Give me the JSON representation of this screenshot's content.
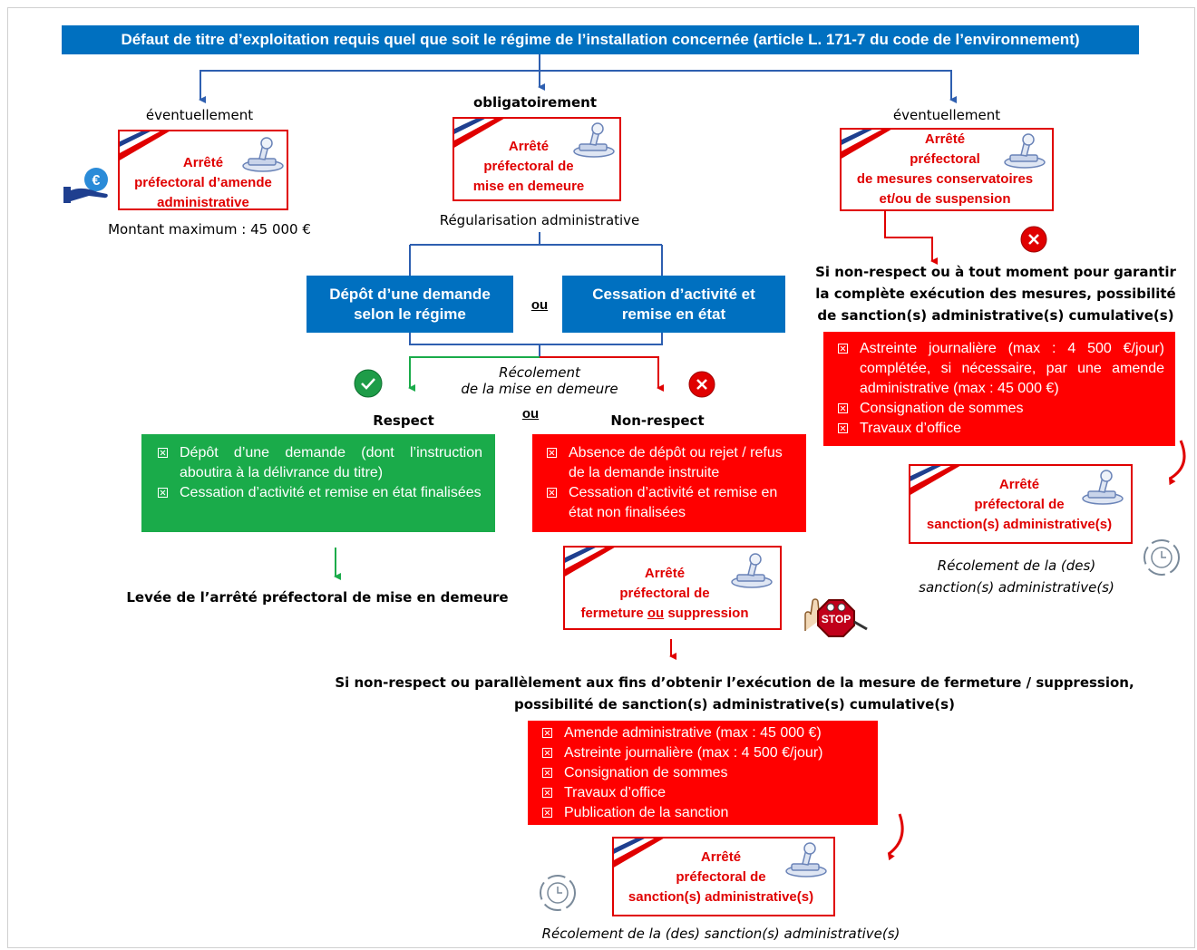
{
  "banner": "Défaut de titre d’exploitation requis quel que soit le régime de l’installation concernée (article L. 171-7 du code de l’environnement)",
  "left": {
    "label": "éventuellement",
    "card": [
      "Arrêté",
      "préfectoral d’amende",
      "administrative"
    ],
    "amount": "Montant maximum : 45 000 €",
    "icon": "euro-hand-icon"
  },
  "center": {
    "label": "obligatoirement",
    "card": [
      "Arrêté",
      "préfectoral de",
      "mise en demeure"
    ],
    "regularisation": "Régularisation administrative",
    "option1": [
      "Dépôt d’une demande",
      "selon le régime"
    ],
    "or": "ou",
    "option2": [
      "Cessation d’activité et",
      "remise en état"
    ],
    "recolement": [
      "Récolement",
      "de la mise en demeure"
    ],
    "respect_label": "Respect",
    "nonrespect_label": "Non-respect",
    "respect_items": [
      "Dépôt d’une demande (dont l’instruction aboutira à la délivrance du titre)",
      "Cessation d’activité et remise en état finalisées"
    ],
    "nonrespect_items": [
      "Absence de dépôt ou rejet / refus de la demande instruite",
      "Cessation d’activité et remise en état non finalisées"
    ],
    "levee": "Levée de l’arrêté préfectoral de mise en demeure",
    "closure_card": [
      "Arrêté",
      "préfectoral de"
    ],
    "closure_line_a": "fermeture ",
    "closure_line_ou": "ou",
    "closure_line_b": " suppression",
    "stop_label": "STOP",
    "sanction_heading": [
      "Si non-respect ou parallèlement aux fins d’obtenir l’exécution de la mesure de fermeture / suppression,",
      "possibilité de sanction(s) administrative(s) cumulative(s)"
    ],
    "sanction_items": [
      "Amende administrative (max : 45 000 €)",
      "Astreinte journalière (max : 4 500 €/jour)",
      "Consignation de sommes",
      "Travaux d’office",
      "Publication de la sanction"
    ],
    "sanction_card": [
      "Arrêté",
      "préfectoral de",
      "sanction(s) administrative(s)"
    ],
    "sanction_recolement": "Récolement de la (des) sanction(s) administrative(s)"
  },
  "right": {
    "label": "éventuellement",
    "card": [
      "Arrêté",
      "préfectoral",
      "de  mesures conservatoires",
      "et/ou de suspension"
    ],
    "heading": [
      "Si non-respect ou à tout moment pour garantir",
      "la complète exécution des mesures, possibilité",
      "de sanction(s) administrative(s) cumulative(s)"
    ],
    "items": [
      "Astreinte journalière (max : 4 500 €/jour) complétée, si nécessaire, par une amende administrative (max : 45 000 €)",
      "Consignation de sommes",
      "Travaux d’office"
    ],
    "sanction_card": [
      "Arrêté",
      "préfectoral de",
      "sanction(s) administrative(s)"
    ],
    "recolement": [
      "Récolement de la (des)",
      "sanction(s) administrative(s)"
    ]
  },
  "colors": {
    "blue": "#0070c0",
    "red": "#ff0000",
    "green": "#1aab4a",
    "dark_red": "#e00000"
  }
}
